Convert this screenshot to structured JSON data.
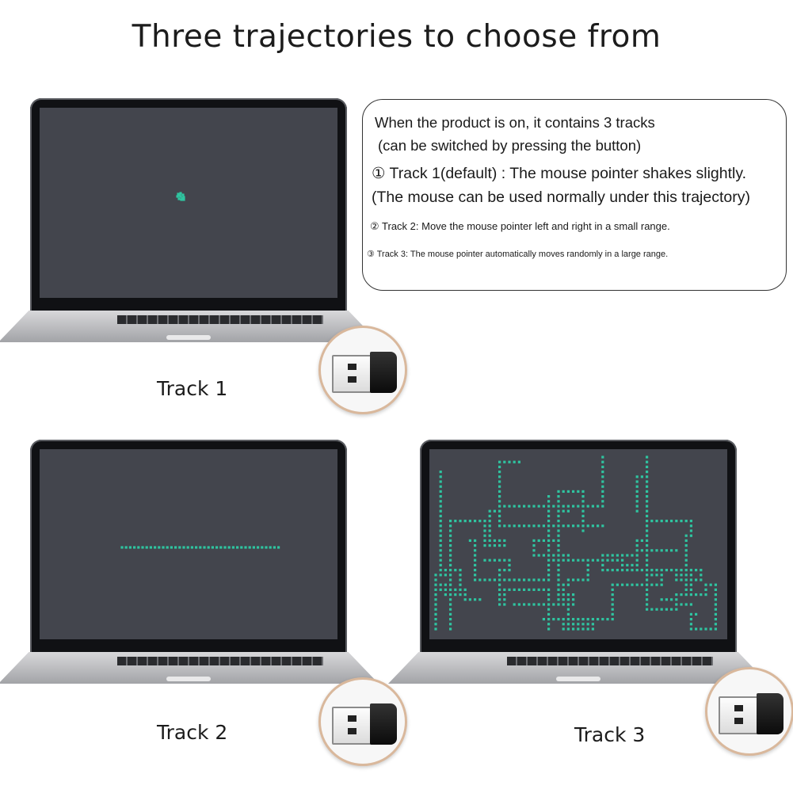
{
  "title": "Three trajectories to choose from",
  "info": {
    "line1": "When the product is on, it contains 3 tracks",
    "line2": "(can be switched by pressing the button)",
    "line3": "① Track 1(default) : The mouse pointer shakes slightly.",
    "line4": "(The mouse can be used normally under this trajectory)",
    "line5": "② Track 2: Move the mouse pointer left and right in a small range.",
    "line6": "③ Track 3: The mouse pointer automatically moves randomly in a large range."
  },
  "tracks": [
    {
      "label": "Track 1",
      "pattern": "shake"
    },
    {
      "label": "Track 2",
      "pattern": "horizontal-line"
    },
    {
      "label": "Track 3",
      "pattern": "random-maze"
    }
  ],
  "colors": {
    "trail": "#2fc4a0",
    "screen": "#43454d",
    "bezel": "#101114"
  },
  "icons": [
    "laptop-icon",
    "usb-dongle-icon"
  ]
}
